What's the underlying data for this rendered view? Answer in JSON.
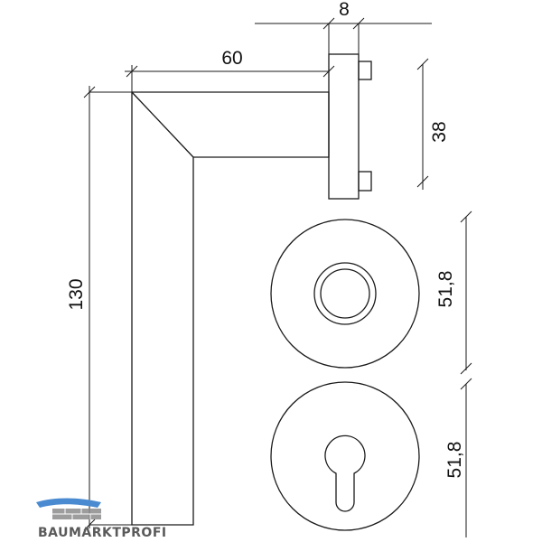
{
  "dimensions": {
    "top_width": "8",
    "handle_length": "60",
    "rose_height": "38",
    "handle_height": "130",
    "rose_diameter_1": "51,8",
    "rose_diameter_2": "51,8"
  },
  "logo": {
    "text": "BAUMARKTPROFI",
    "accent_color": "#4a8ad0",
    "text_color": "#5a5a5a"
  },
  "colors": {
    "line": "#1a1a1a",
    "background": "#ffffff"
  }
}
